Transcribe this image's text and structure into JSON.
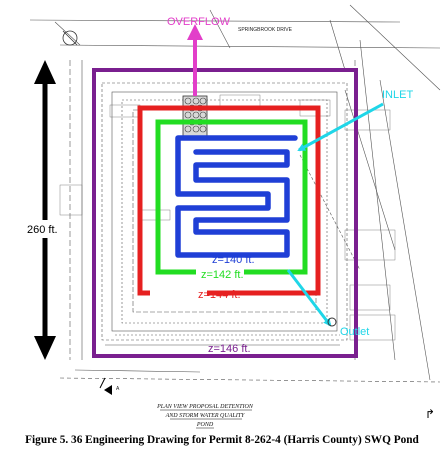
{
  "drawing": {
    "street_label": "SPRINGBROOK DRIVE",
    "plan_title_line1": "PLAN VIEW PROPOSAL DETENTION",
    "plan_title_line2": "AND STORM WATER QUALITY",
    "plan_title_line3": "POND",
    "section_marker": "A",
    "north_arrow_glyph": "↱"
  },
  "annotations": {
    "overflow_label": "OVERFLOW",
    "inlet_label": "INLET",
    "outlet_label": "Outlet",
    "dimension_label": "260 ft.",
    "contours": [
      {
        "label": "z=140 ft.",
        "color": "#1f3fd6"
      },
      {
        "label": "z=142 ft.",
        "color": "#22dd22"
      },
      {
        "label": "z=144 ft.",
        "color": "#e62020"
      },
      {
        "label": "z=146 ft.",
        "color": "#7a1f8f"
      }
    ],
    "colors": {
      "overflow": "#e23ec9",
      "inlet": "#1fd6e8",
      "outlet": "#1fd6e8"
    }
  },
  "caption": "Figure 5. 36  Engineering Drawing for Permit 8-262-4 (Harris County) SWQ Pond"
}
